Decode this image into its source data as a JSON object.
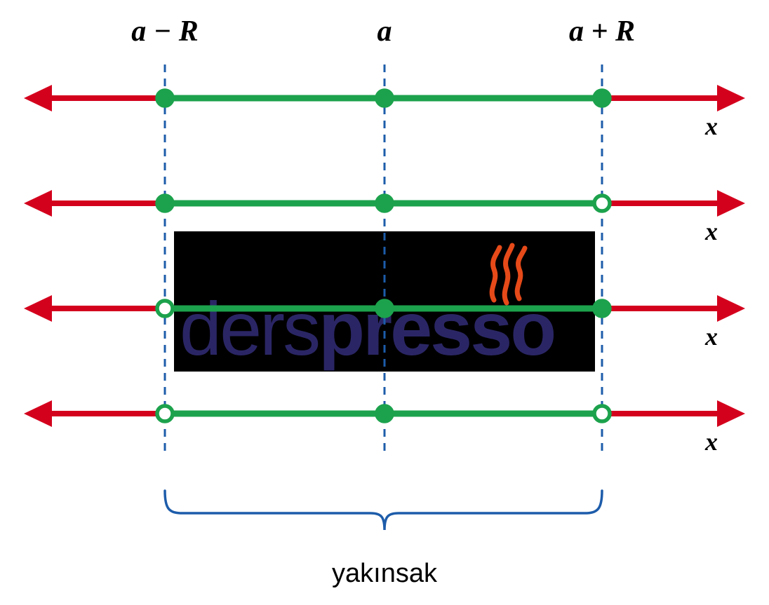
{
  "diagram": {
    "top_labels": {
      "left": "a − R",
      "center": "a",
      "right": "a + R"
    },
    "axis_label": "x",
    "brace_label": "yakınsak",
    "lines": [
      {
        "index": 1,
        "left_end": "closed",
        "center": "closed",
        "right_end": "closed"
      },
      {
        "index": 2,
        "left_end": "closed",
        "center": "closed",
        "right_end": "open"
      },
      {
        "index": 3,
        "left_end": "open",
        "center": "closed",
        "right_end": "closed"
      },
      {
        "index": 4,
        "left_end": "open",
        "center": "closed",
        "right_end": "open"
      }
    ]
  },
  "watermark": {
    "name_light": "ders",
    "name_bold": "presso"
  },
  "endpoint_fill": {
    "closed": "#1ca24c",
    "open": "#ffffff"
  },
  "colors": {
    "red": "#d4011d",
    "green": "#1ca24c",
    "dashed_blue": "#1d5caa",
    "brace_blue": "#1d5caa",
    "text_black": "#000000",
    "watermark_bg": "#000000",
    "logo_text": "#2a2665",
    "flame_orange": "#e64a19"
  }
}
